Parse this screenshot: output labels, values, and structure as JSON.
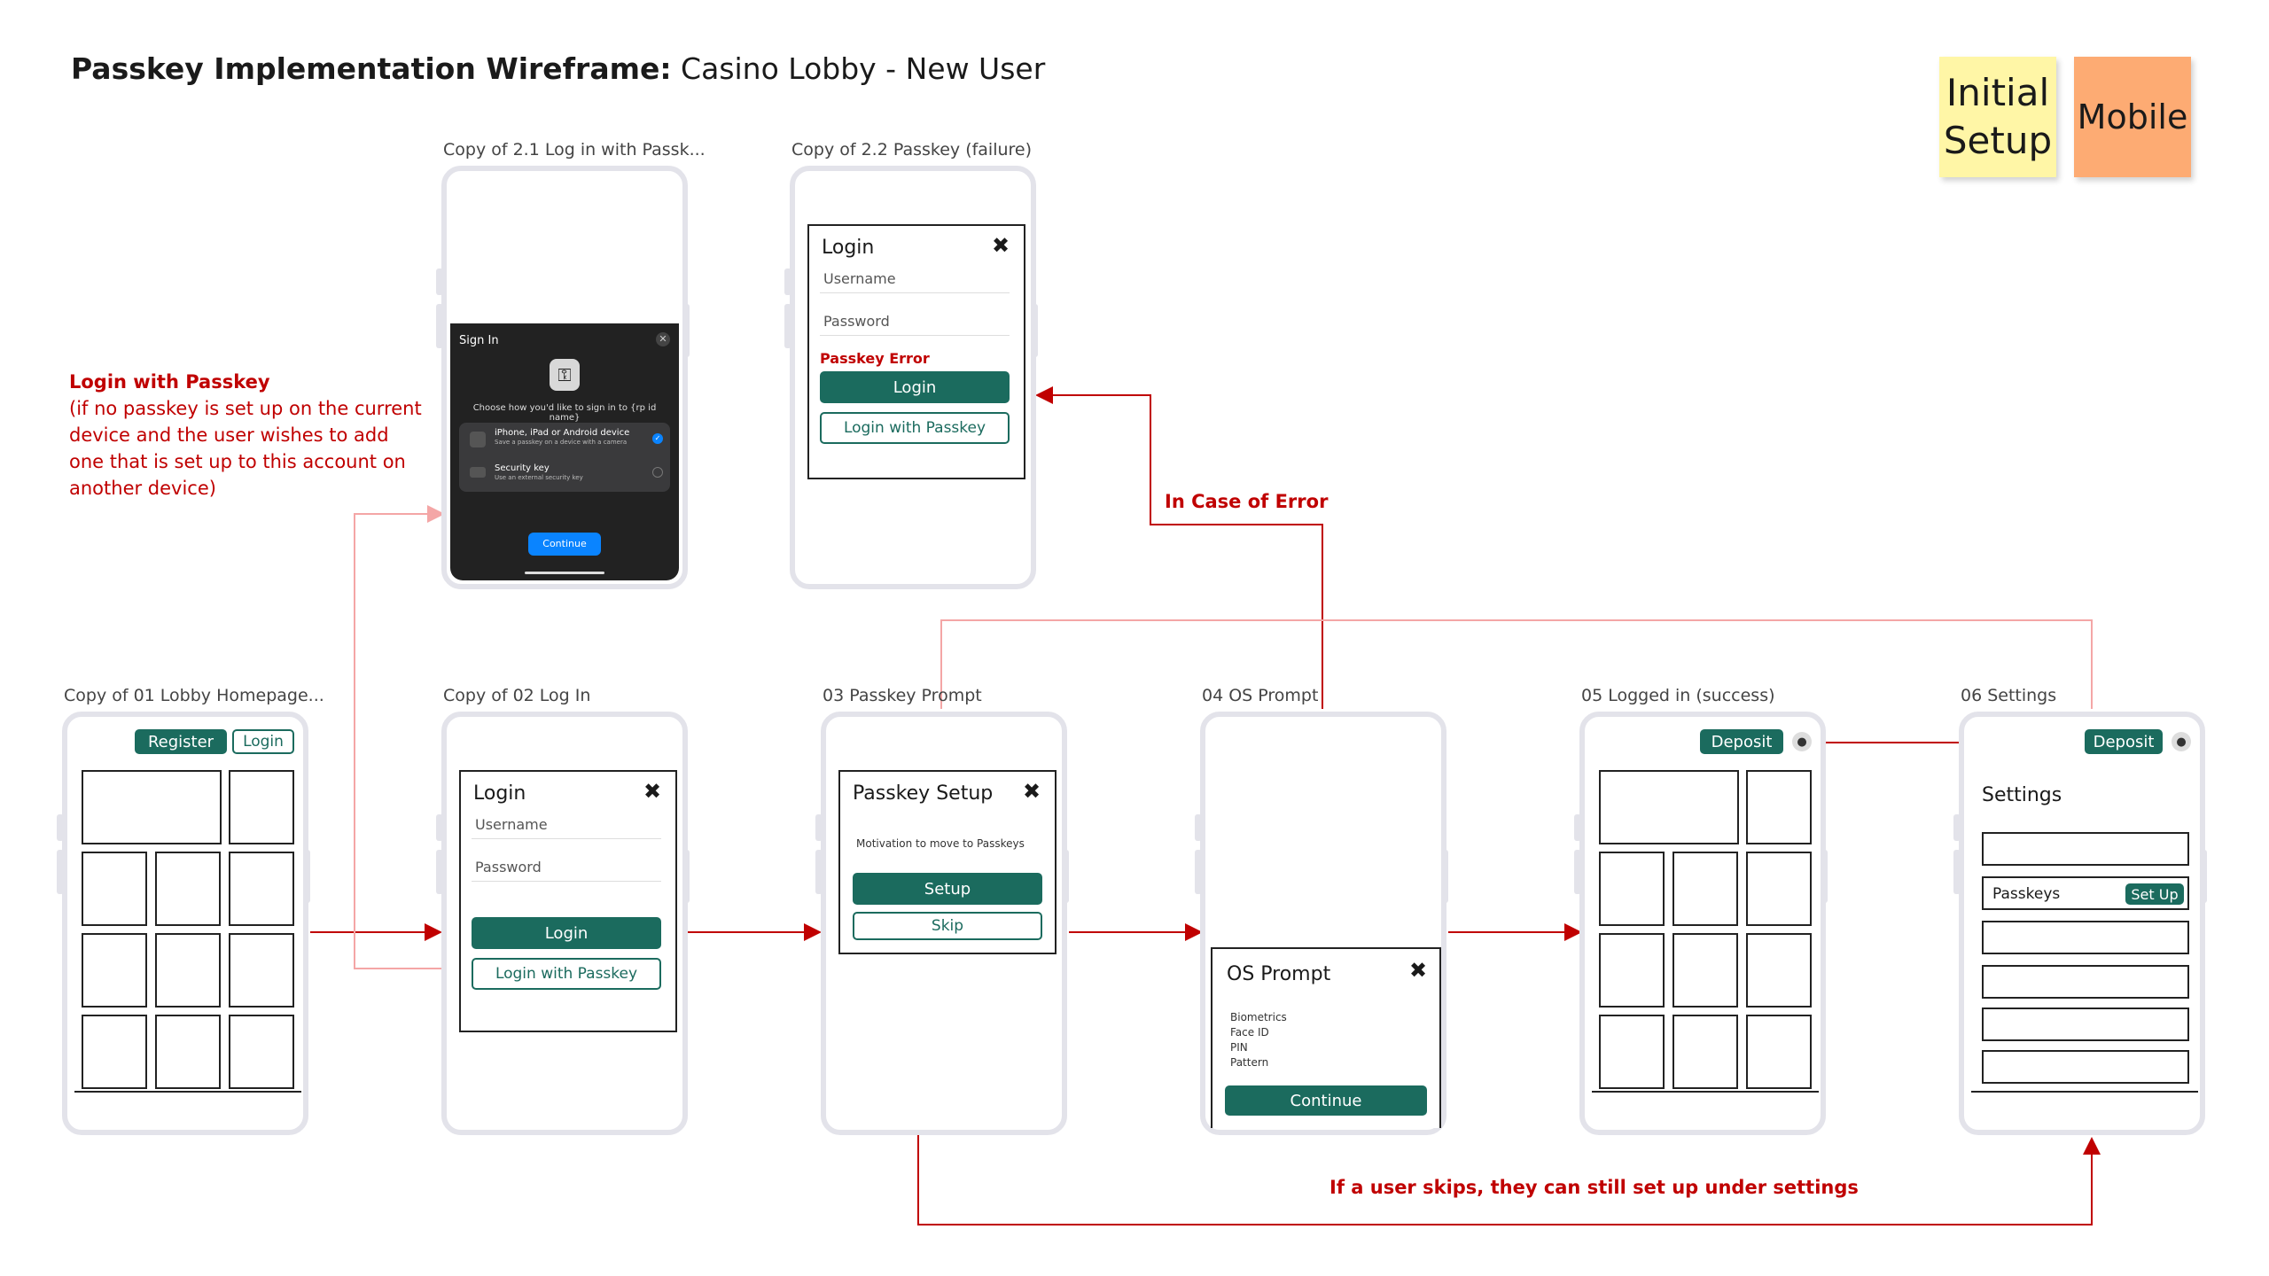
{
  "title": {
    "bold": "Passkey Implementation Wireframe:",
    "rest": " Casino Lobby - New User"
  },
  "stickies": {
    "yellow": "Initial Setup",
    "orange": "Mobile"
  },
  "annotation": {
    "heading": "Login with Passkey",
    "body": "(if no passkey is set up on the current device and the user wishes to add one that is set up to this account on another device)"
  },
  "edge_labels": {
    "error": "In Case of Error",
    "skip": "If a user skips, they can still set up under settings"
  },
  "frames": {
    "lobby": {
      "label": "Copy of 01 Lobby Homepage...",
      "register": "Register",
      "login": "Login"
    },
    "login": {
      "label": "Copy of 02 Log In",
      "title": "Login",
      "close": "✖",
      "username": "Username",
      "password": "Password",
      "login_btn": "Login",
      "passkey_btn": "Login with Passkey"
    },
    "passkey_prompt": {
      "label": "03 Passkey Prompt",
      "title": "Passkey Setup",
      "close": "✖",
      "motivation": "Motivation to move to Passkeys",
      "setup": "Setup",
      "skip": "Skip"
    },
    "os_prompt": {
      "label": "04 OS Prompt",
      "title": "OS Prompt",
      "close": "✖",
      "options": [
        "Biometrics",
        "Face ID",
        "PIN",
        "Pattern"
      ],
      "continue": "Continue"
    },
    "logged_in": {
      "label": "05 Logged in (success)",
      "deposit": "Deposit"
    },
    "settings": {
      "label": "06 Settings",
      "deposit": "Deposit",
      "heading": "Settings",
      "passkeys": "Passkeys",
      "setup": "Set Up"
    },
    "passkey_login": {
      "label": "Copy of 2.1 Log in with Passk...",
      "sheet_title": "Sign In",
      "prompt": "Choose how you'd like to sign in to {rp id name}",
      "opt1_title": "iPhone, iPad or Android device",
      "opt1_sub": "Save a passkey on a device with a camera",
      "opt2_title": "Security key",
      "opt2_sub": "Use an external security key",
      "continue": "Continue"
    },
    "passkey_fail": {
      "label": "Copy of 2.2 Passkey (failure)",
      "title": "Login",
      "close": "✖",
      "username": "Username",
      "password": "Password",
      "error": "Passkey Error",
      "login_btn": "Login",
      "passkey_btn": "Login with Passkey"
    }
  },
  "colors": {
    "teal": "#1b6b5e",
    "red": "#c00000",
    "pink": "#f4a6a6",
    "yellow": "#fff6a6",
    "orange": "#fdab73",
    "ios_blue": "#0a84ff"
  }
}
